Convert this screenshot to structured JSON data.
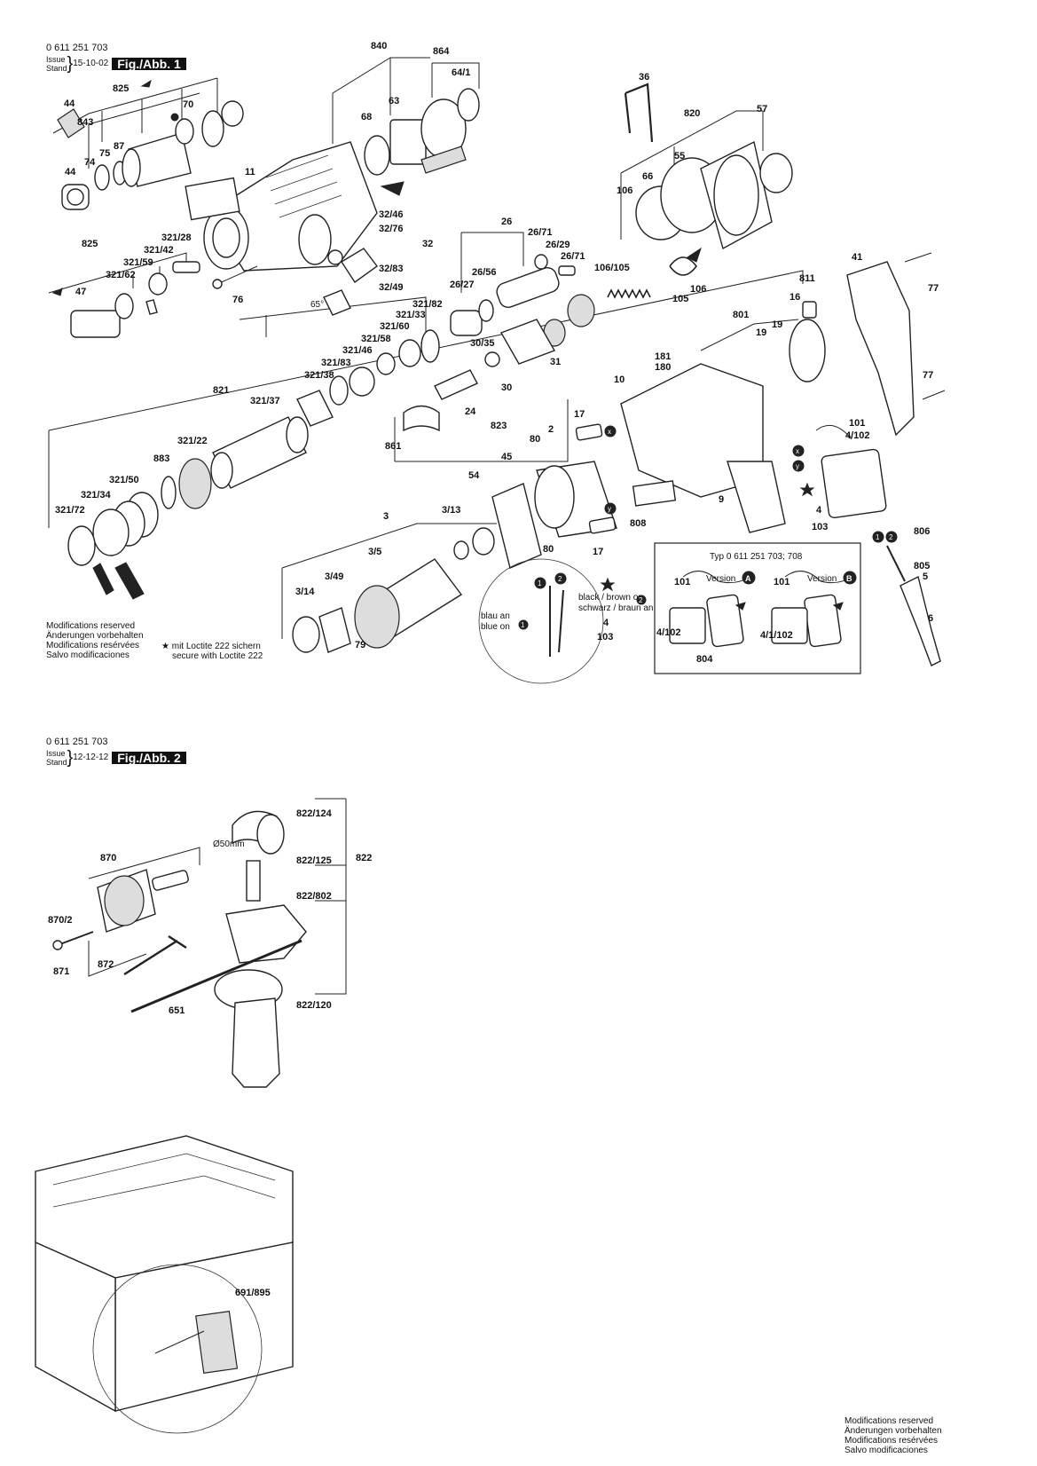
{
  "figure1": {
    "part_number": "0 611 251 703",
    "issue_label": "Issue",
    "stand_label": "Stand",
    "date": "15-10-02",
    "fig_label": "Fig./Abb. 1"
  },
  "figure2": {
    "part_number": "0 611 251 703",
    "issue_label": "Issue",
    "stand_label": "Stand",
    "date": "12-12-12",
    "fig_label": "Fig./Abb. 2"
  },
  "notes_top": [
    "Modifications reserved",
    "Änderungen vorbehalten",
    "Modifications resérvées",
    "Salvo modificaciones"
  ],
  "notes_bottom": [
    "Modifications reserved",
    "Änderungen vorbehalten",
    "Modifications resérvées",
    "Salvo modificaciones"
  ],
  "loctite": [
    "★ mit Loctite 222 sichern",
    "secure with Loctite 222"
  ],
  "wiring": {
    "blue": [
      "blau an",
      "blue on"
    ],
    "black_brown": [
      "black / brown on",
      "schwarz / braun an"
    ]
  },
  "inset": {
    "title": "Typ 0 611 251 703; 708",
    "version_a": "Version",
    "version_b": "Version",
    "mark_a": "A",
    "mark_b": "B"
  },
  "diameter_label": "Ø50mm",
  "angle_label": "65°",
  "labels": [
    {
      "id": "840",
      "t": "840"
    },
    {
      "id": "864",
      "t": "864"
    },
    {
      "id": "64-1",
      "t": "64/1"
    },
    {
      "id": "825a",
      "t": "825"
    },
    {
      "id": "44a",
      "t": "44"
    },
    {
      "id": "843",
      "t": "843"
    },
    {
      "id": "70",
      "t": "70"
    },
    {
      "id": "68",
      "t": "68"
    },
    {
      "id": "63",
      "t": "63"
    },
    {
      "id": "74",
      "t": "74"
    },
    {
      "id": "75",
      "t": "75"
    },
    {
      "id": "87",
      "t": "87"
    },
    {
      "id": "44b",
      "t": "44"
    },
    {
      "id": "11",
      "t": "11"
    },
    {
      "id": "32-46",
      "t": "32/46"
    },
    {
      "id": "32-76",
      "t": "32/76"
    },
    {
      "id": "32",
      "t": "32"
    },
    {
      "id": "32-83",
      "t": "32/83"
    },
    {
      "id": "32-49",
      "t": "32/49"
    },
    {
      "id": "825b",
      "t": "825"
    },
    {
      "id": "321-28",
      "t": "321/28"
    },
    {
      "id": "321-42",
      "t": "321/42"
    },
    {
      "id": "321-59",
      "t": "321/59"
    },
    {
      "id": "321-62",
      "t": "321/62"
    },
    {
      "id": "47",
      "t": "47"
    },
    {
      "id": "76",
      "t": "76"
    },
    {
      "id": "36",
      "t": "36"
    },
    {
      "id": "820",
      "t": "820"
    },
    {
      "id": "57",
      "t": "57"
    },
    {
      "id": "55",
      "t": "55"
    },
    {
      "id": "66",
      "t": "66"
    },
    {
      "id": "106a",
      "t": "106"
    },
    {
      "id": "26",
      "t": "26"
    },
    {
      "id": "26-71a",
      "t": "26/71"
    },
    {
      "id": "26-29",
      "t": "26/29"
    },
    {
      "id": "26-71b",
      "t": "26/71"
    },
    {
      "id": "26-56",
      "t": "26/56"
    },
    {
      "id": "26-27",
      "t": "26/27"
    },
    {
      "id": "106-105",
      "t": "106/105"
    },
    {
      "id": "106b",
      "t": "106"
    },
    {
      "id": "105",
      "t": "105"
    },
    {
      "id": "41",
      "t": "41"
    },
    {
      "id": "77a",
      "t": "77"
    },
    {
      "id": "811",
      "t": "811"
    },
    {
      "id": "16",
      "t": "16"
    },
    {
      "id": "801",
      "t": "801"
    },
    {
      "id": "19a",
      "t": "19"
    },
    {
      "id": "19b",
      "t": "19"
    },
    {
      "id": "321-82",
      "t": "321/82"
    },
    {
      "id": "321-33",
      "t": "321/33"
    },
    {
      "id": "321-60",
      "t": "321/60"
    },
    {
      "id": "321-58",
      "t": "321/58"
    },
    {
      "id": "321-46",
      "t": "321/46"
    },
    {
      "id": "321-83",
      "t": "321/83"
    },
    {
      "id": "321-38",
      "t": "321/38"
    },
    {
      "id": "30-35",
      "t": "30/35"
    },
    {
      "id": "31",
      "t": "31"
    },
    {
      "id": "30",
      "t": "30"
    },
    {
      "id": "181",
      "t": "181"
    },
    {
      "id": "180",
      "t": "180"
    },
    {
      "id": "10",
      "t": "10"
    },
    {
      "id": "77b",
      "t": "77"
    },
    {
      "id": "821",
      "t": "821"
    },
    {
      "id": "321-37",
      "t": "321/37"
    },
    {
      "id": "24",
      "t": "24"
    },
    {
      "id": "823",
      "t": "823"
    },
    {
      "id": "861",
      "t": "861"
    },
    {
      "id": "17a",
      "t": "17"
    },
    {
      "id": "101a",
      "t": "101"
    },
    {
      "id": "4-102a",
      "t": "4/102"
    },
    {
      "id": "321-22",
      "t": "321/22"
    },
    {
      "id": "883",
      "t": "883"
    },
    {
      "id": "321-50",
      "t": "321/50"
    },
    {
      "id": "321-34",
      "t": "321/34"
    },
    {
      "id": "321-72",
      "t": "321/72"
    },
    {
      "id": "45",
      "t": "45"
    },
    {
      "id": "80a",
      "t": "80"
    },
    {
      "id": "2",
      "t": "2"
    },
    {
      "id": "54",
      "t": "54"
    },
    {
      "id": "9",
      "t": "9"
    },
    {
      "id": "4a",
      "t": "4"
    },
    {
      "id": "103a",
      "t": "103"
    },
    {
      "id": "3",
      "t": "3"
    },
    {
      "id": "3-13",
      "t": "3/13"
    },
    {
      "id": "808",
      "t": "808"
    },
    {
      "id": "806",
      "t": "806"
    },
    {
      "id": "805",
      "t": "805"
    },
    {
      "id": "5",
      "t": "5"
    },
    {
      "id": "3-5",
      "t": "3/5"
    },
    {
      "id": "80b",
      "t": "80"
    },
    {
      "id": "17b",
      "t": "17"
    },
    {
      "id": "3-49",
      "t": "3/49"
    },
    {
      "id": "3-14",
      "t": "3/14"
    },
    {
      "id": "79",
      "t": "79"
    },
    {
      "id": "4b",
      "t": "4"
    },
    {
      "id": "103b",
      "t": "103"
    },
    {
      "id": "6",
      "t": "6"
    },
    {
      "id": "101b",
      "t": "101"
    },
    {
      "id": "101c",
      "t": "101"
    },
    {
      "id": "4-102b",
      "t": "4/102"
    },
    {
      "id": "804",
      "t": "804"
    },
    {
      "id": "4-1-102",
      "t": "4/1/102"
    },
    {
      "id": "822-124",
      "t": "822/124"
    },
    {
      "id": "822-125",
      "t": "822/125"
    },
    {
      "id": "822",
      "t": "822"
    },
    {
      "id": "822-802",
      "t": "822/802"
    },
    {
      "id": "870",
      "t": "870"
    },
    {
      "id": "870-2",
      "t": "870/2"
    },
    {
      "id": "871",
      "t": "871"
    },
    {
      "id": "872",
      "t": "872"
    },
    {
      "id": "651",
      "t": "651"
    },
    {
      "id": "822-120",
      "t": "822/120"
    },
    {
      "id": "691-895",
      "t": "691/895"
    }
  ],
  "markers": {
    "x": "x",
    "y": "y",
    "one": "1",
    "two": "2"
  }
}
